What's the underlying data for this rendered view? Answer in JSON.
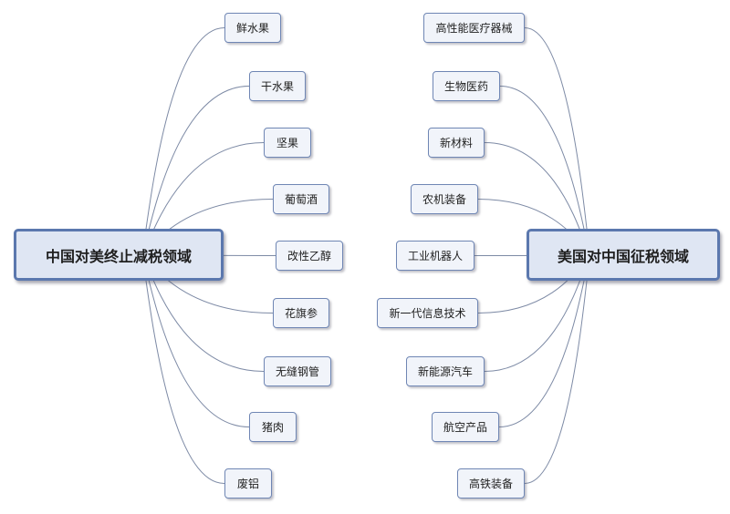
{
  "left_root": {
    "label": "中国对美终止减税领域"
  },
  "right_root": {
    "label": "美国对中国征税领域"
  },
  "left_items": [
    {
      "label": "鲜水果"
    },
    {
      "label": "干水果"
    },
    {
      "label": "坚果"
    },
    {
      "label": "葡萄酒"
    },
    {
      "label": "改性乙醇"
    },
    {
      "label": "花旗参"
    },
    {
      "label": "无缝钢管"
    },
    {
      "label": "猪肉"
    },
    {
      "label": "废铝"
    }
  ],
  "right_items": [
    {
      "label": "高性能医疗器械"
    },
    {
      "label": "生物医药"
    },
    {
      "label": "新材料"
    },
    {
      "label": "农机装备"
    },
    {
      "label": "工业机器人"
    },
    {
      "label": "新一代信息技术"
    },
    {
      "label": "新能源汽车"
    },
    {
      "label": "航空产品"
    },
    {
      "label": "高铁装备"
    }
  ],
  "colors": {
    "root_fill": "#dfe6f3",
    "root_border": "#5b78ae",
    "leaf_fill": "#f1f4fa",
    "leaf_border": "#6f86b4",
    "connector": "#7d8aa5"
  }
}
